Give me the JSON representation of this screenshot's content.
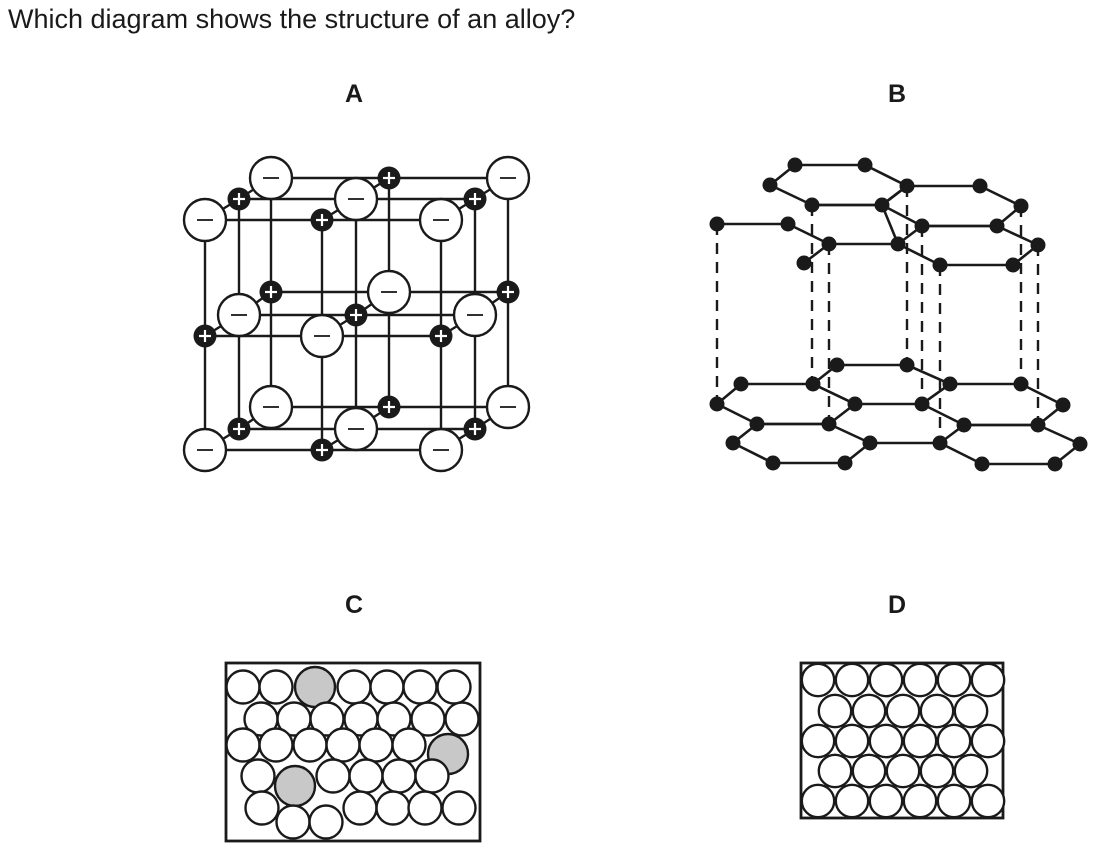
{
  "question": "Which diagram shows the structure of an alloy?",
  "options": [
    {
      "letter": "A",
      "depicts": "ionic lattice"
    },
    {
      "letter": "B",
      "depicts": "layered hexagonal lattice"
    },
    {
      "letter": "C",
      "depicts": "close-packed atoms with some larger atoms of a different element"
    },
    {
      "letter": "D",
      "depicts": "close-packed identical atoms"
    }
  ],
  "symbols": {
    "plus": "+",
    "minus": "–"
  },
  "colors": {
    "ink": "#1a1a1a",
    "atom_fill": "#ffffff",
    "alloy_atom_fill": "#c8c8c8"
  }
}
